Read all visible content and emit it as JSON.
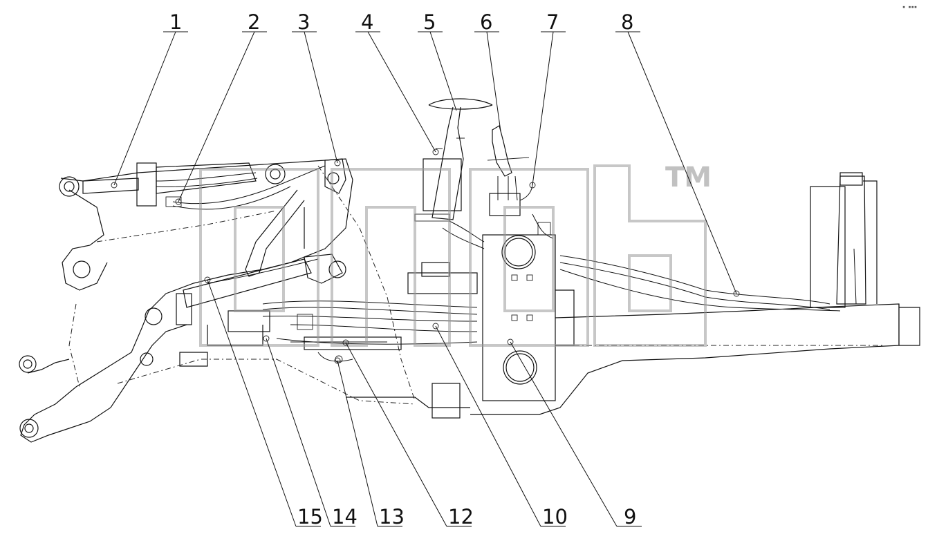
{
  "callouts": [
    {
      "label": "1"
    },
    {
      "label": "2"
    },
    {
      "label": "3"
    },
    {
      "label": "4"
    },
    {
      "label": "5"
    },
    {
      "label": "6"
    },
    {
      "label": "7"
    },
    {
      "label": "8"
    },
    {
      "label": "15"
    },
    {
      "label": "14"
    },
    {
      "label": "13"
    },
    {
      "label": "12"
    },
    {
      "label": "10"
    },
    {
      "label": "9"
    }
  ],
  "watermark": {
    "tm": "TM"
  },
  "corner_mark": "▪ ▪▪▪"
}
